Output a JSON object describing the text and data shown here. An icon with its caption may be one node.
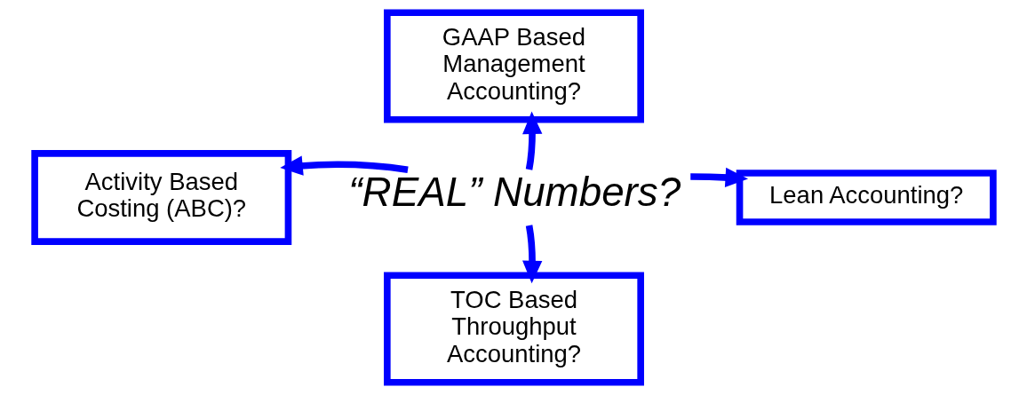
{
  "diagram": {
    "nodes": [
      {
        "text": [
          "GAAP Based Management Accounting?"
        ]
      },
      {
        "text": [
          "Activity Based Costing (ABC)?"
        ]
      },
      {
        "text": [
          "“REAL” Numbers?"
        ]
      },
      {
        "text": [
          "Lean Accounting?"
        ]
      },
      {
        "text": [
          "TOC Based Throughput Accounting?"
        ]
      }
    ],
    "edges": [
      {
        "from": 2,
        "to": 0,
        "arrow": "to"
      },
      {
        "from": 2,
        "to": 1,
        "arrow": "to"
      },
      {
        "from": 2,
        "to": 3,
        "arrow": "to"
      },
      {
        "from": 2,
        "to": 4,
        "arrow": "to"
      }
    ]
  }
}
